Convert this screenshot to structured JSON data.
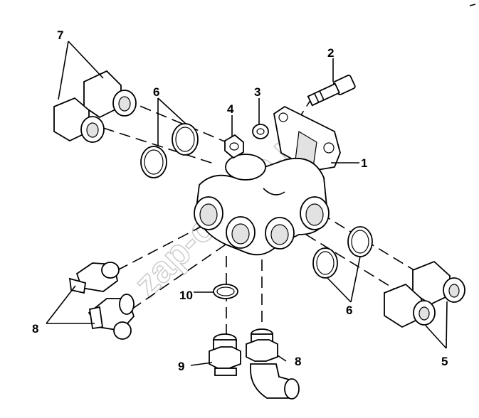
{
  "watermark": "zap-online.ru",
  "callouts": {
    "c1": "1",
    "c2": "2",
    "c3": "3",
    "c4": "4",
    "c5": "5",
    "c6a": "6",
    "c6b": "6",
    "c7": "7",
    "c8a": "8",
    "c8b": "8",
    "c9": "9",
    "c10": "10"
  },
  "parts": [
    {
      "id": "valve-body",
      "label": "1"
    },
    {
      "id": "bolt",
      "label": "2"
    },
    {
      "id": "washer",
      "label": "3"
    },
    {
      "id": "nut",
      "label": "4"
    },
    {
      "id": "straight-fittings-right",
      "label": "5"
    },
    {
      "id": "o-rings",
      "label": "6"
    },
    {
      "id": "straight-fittings-top-left",
      "label": "7"
    },
    {
      "id": "elbow-fittings",
      "label": "8"
    },
    {
      "id": "plug-fitting",
      "label": "9"
    },
    {
      "id": "bottom-o-ring",
      "label": "10"
    }
  ]
}
